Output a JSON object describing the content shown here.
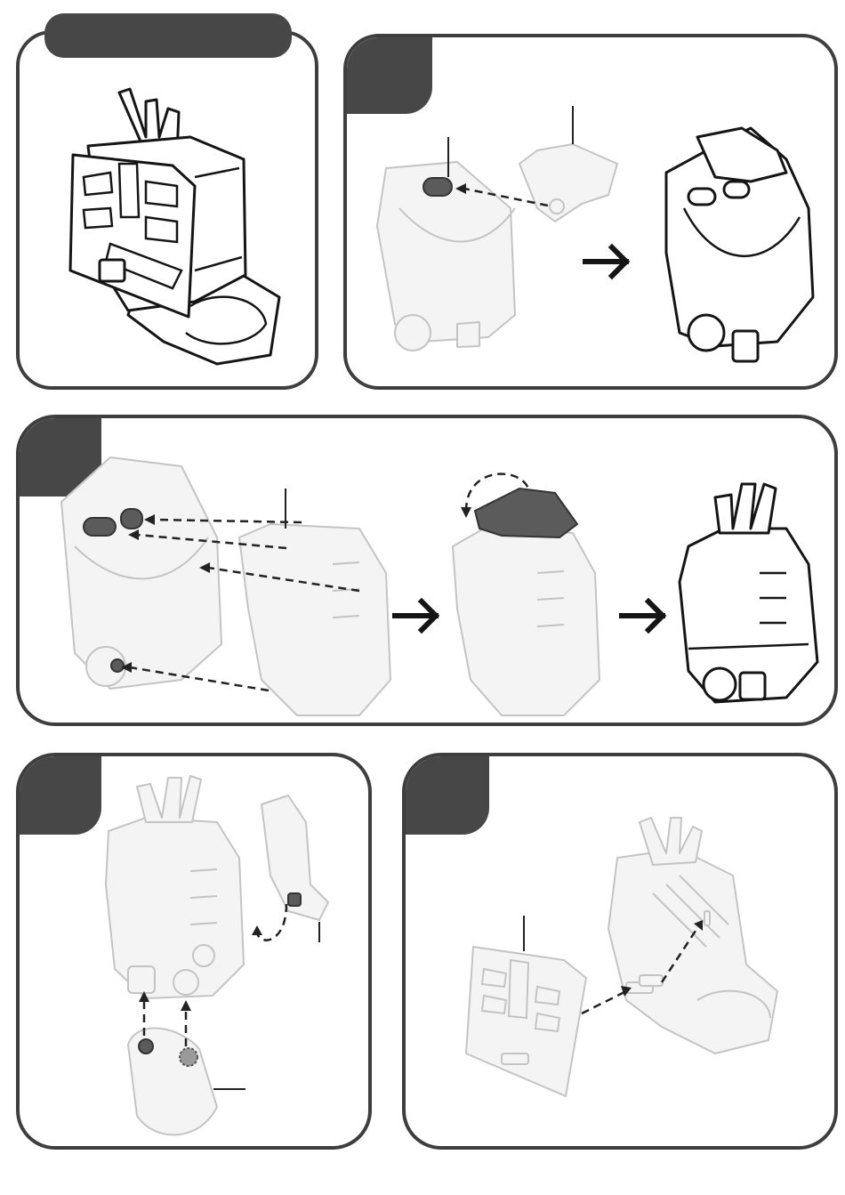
{
  "panels": [
    {
      "id": "assembled-view"
    },
    {
      "id": "step-attach-neck"
    },
    {
      "id": "step-attach-chest"
    },
    {
      "id": "step-attach-legs-arm"
    },
    {
      "id": "step-attach-shield"
    }
  ],
  "colors": {
    "frame": "#3e3e3e",
    "tab": "#474747",
    "ghost_stroke": "#c4c4c4",
    "ghost_fill": "#f4f4f4",
    "highlight_part": "#5b5b5b",
    "ink": "#151515"
  },
  "icons": [
    "right-arrow-icon",
    "dashed-arrow-icon",
    "curved-arrow-icon",
    "leader-line"
  ]
}
